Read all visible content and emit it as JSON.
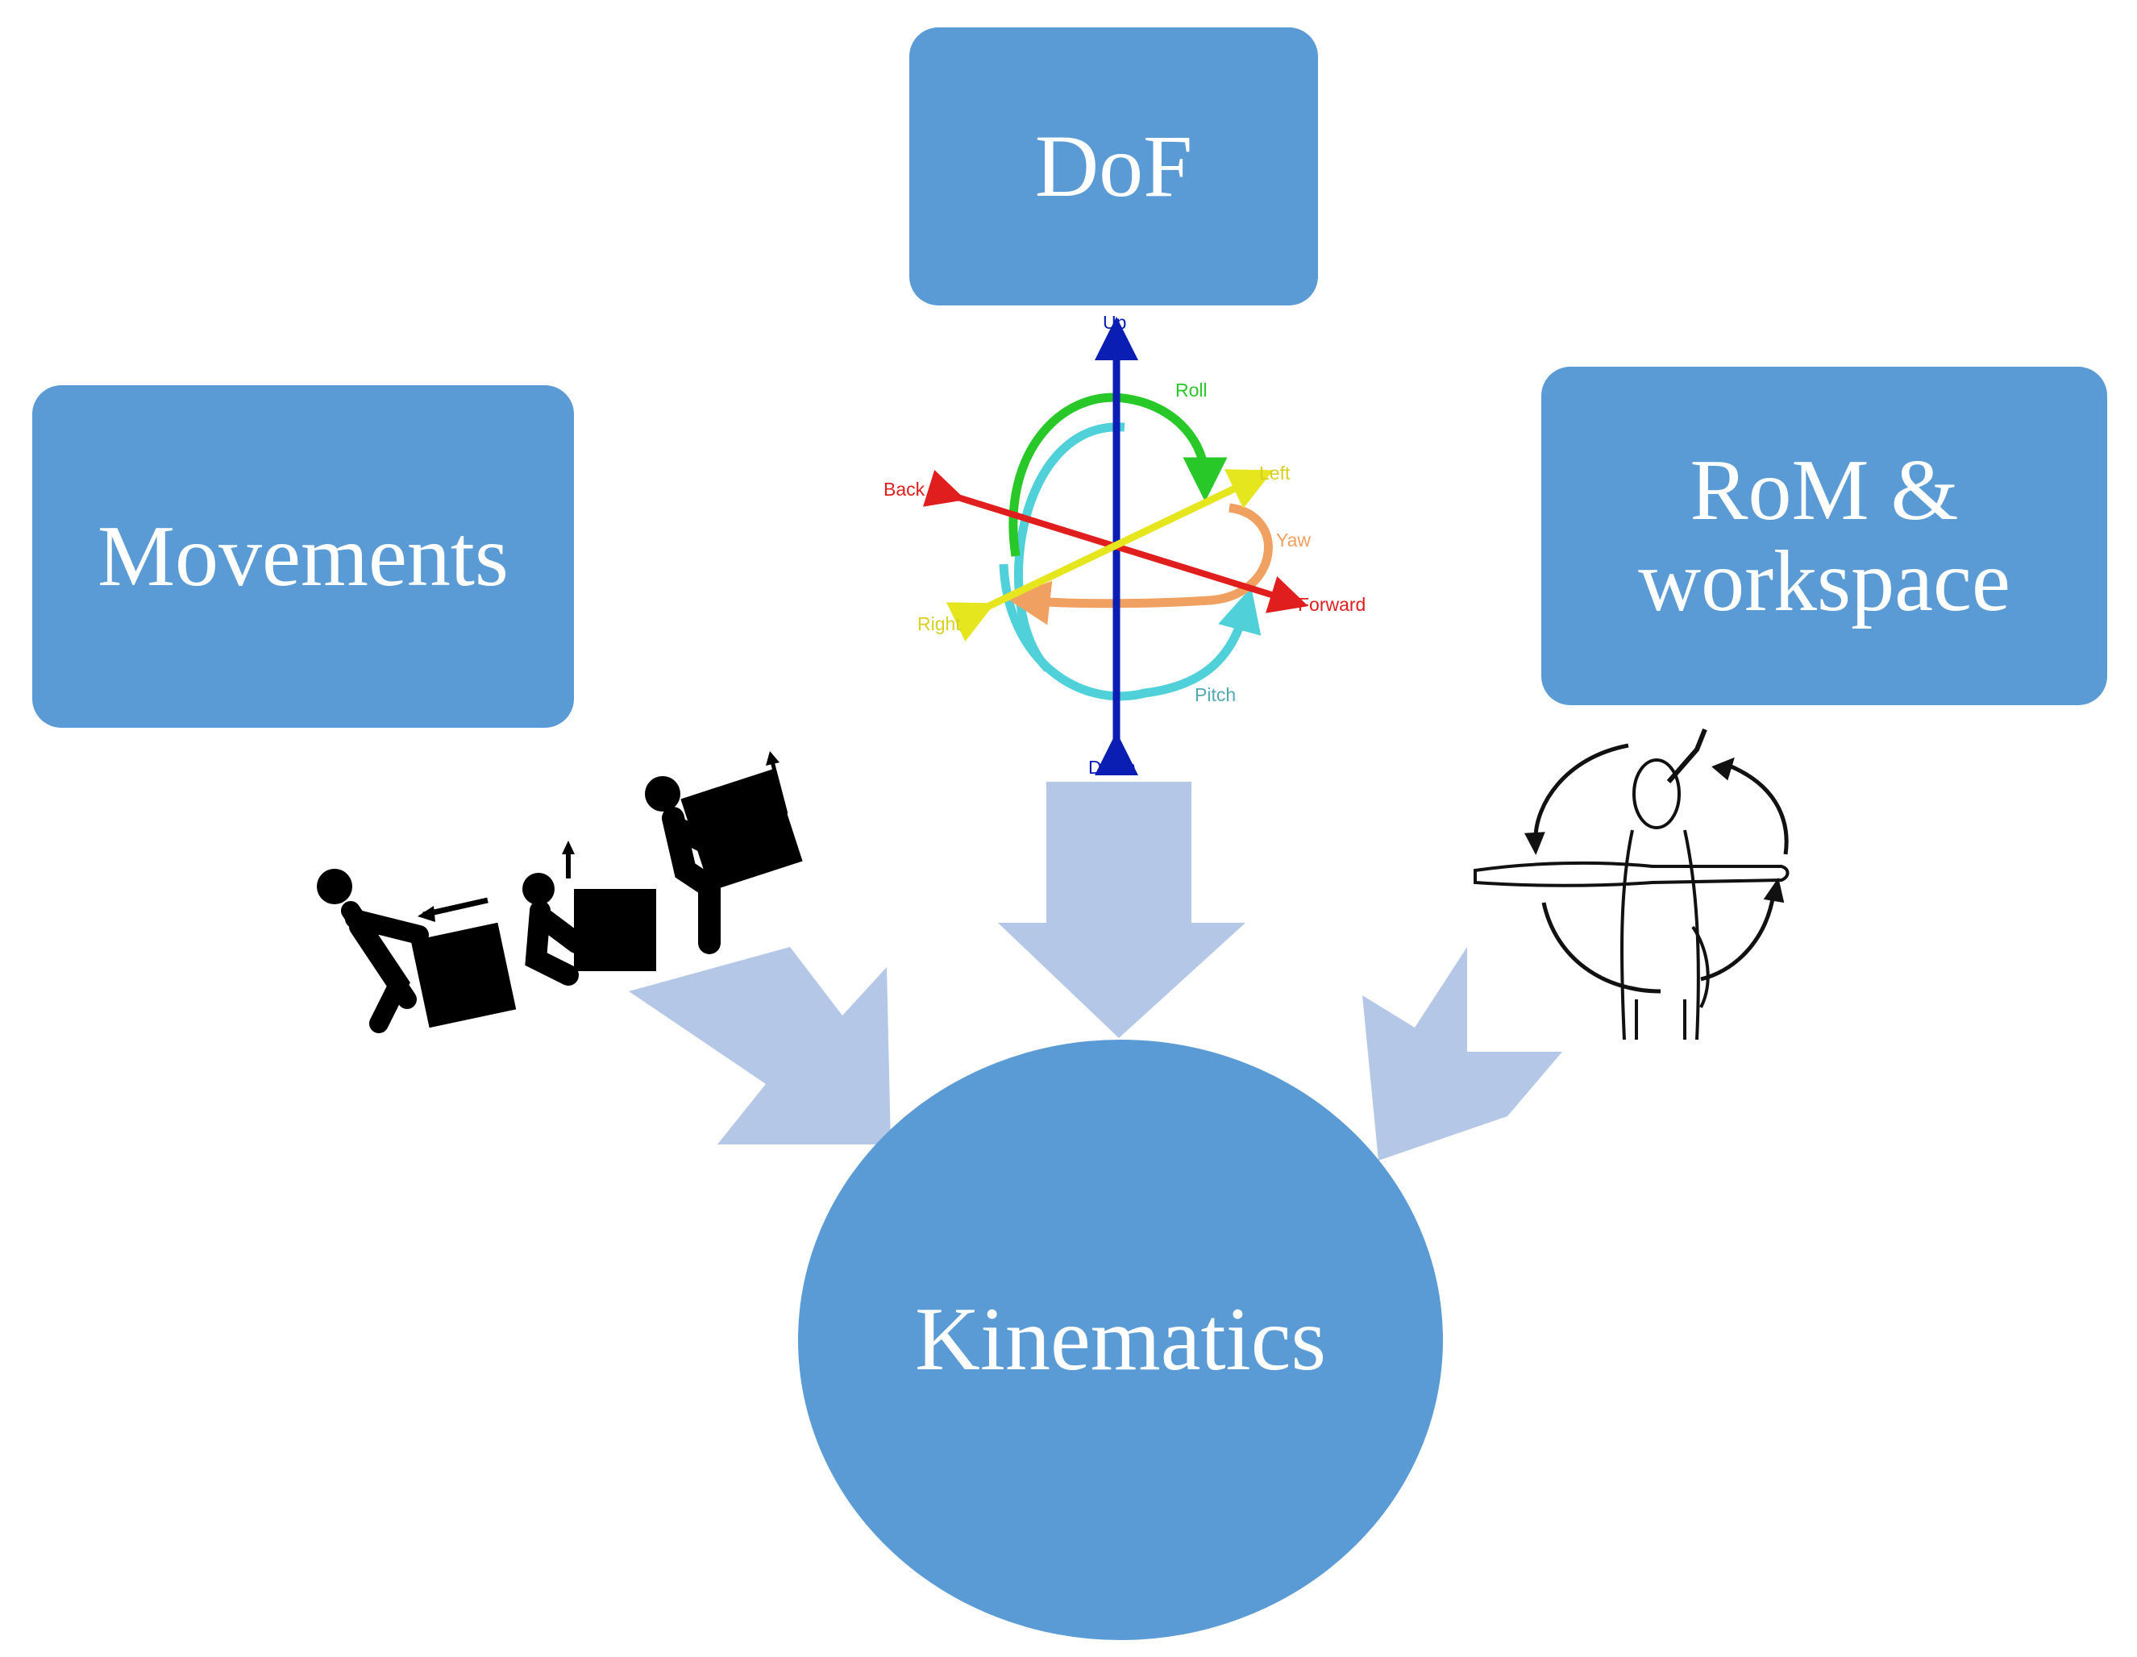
{
  "nodes": {
    "dof": "DoF",
    "movements": "Movements",
    "rom": "RoM &\nworkspace",
    "kinematics": "Kinematics"
  },
  "dof_axes": {
    "up": "Up",
    "down": "Down",
    "roll": "Roll",
    "left": "Left",
    "back": "Back",
    "yaw": "Yaw",
    "forward": "Forward",
    "right": "Right",
    "pitch": "Pitch"
  },
  "colors": {
    "box": "#5b9bd5",
    "arrow": "#b4c7e7",
    "up_down": "#0a1eb4",
    "forward_back": "#e01e1e",
    "left_right": "#e6e61e",
    "roll": "#28c828",
    "yaw": "#f0a060",
    "pitch": "#50d0d8"
  },
  "icons": [
    "dof-axes-icon",
    "lifting-people-icon",
    "arm-range-of-motion-icon"
  ]
}
